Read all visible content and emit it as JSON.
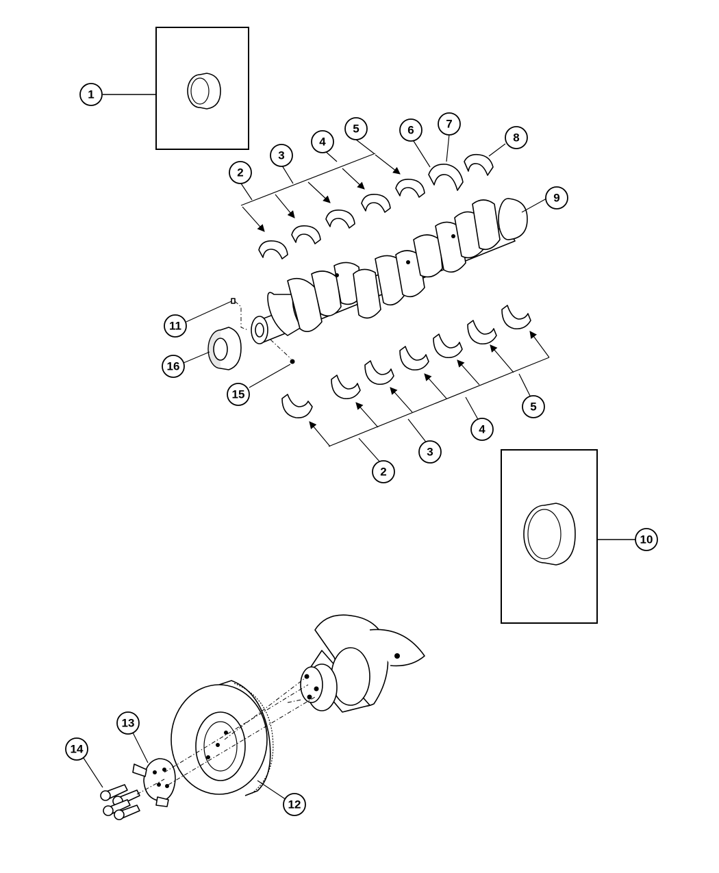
{
  "callouts": {
    "c1": "1",
    "c2_top": "2",
    "c3_top": "3",
    "c4_top": "4",
    "c5_top": "5",
    "c6": "6",
    "c7": "7",
    "c8": "8",
    "c9": "9",
    "c10": "10",
    "c11": "11",
    "c12": "12",
    "c13": "13",
    "c14": "14",
    "c15": "15",
    "c16": "16",
    "c2_bot": "2",
    "c3_bot": "3",
    "c4_bot": "4",
    "c5_bot": "5"
  }
}
